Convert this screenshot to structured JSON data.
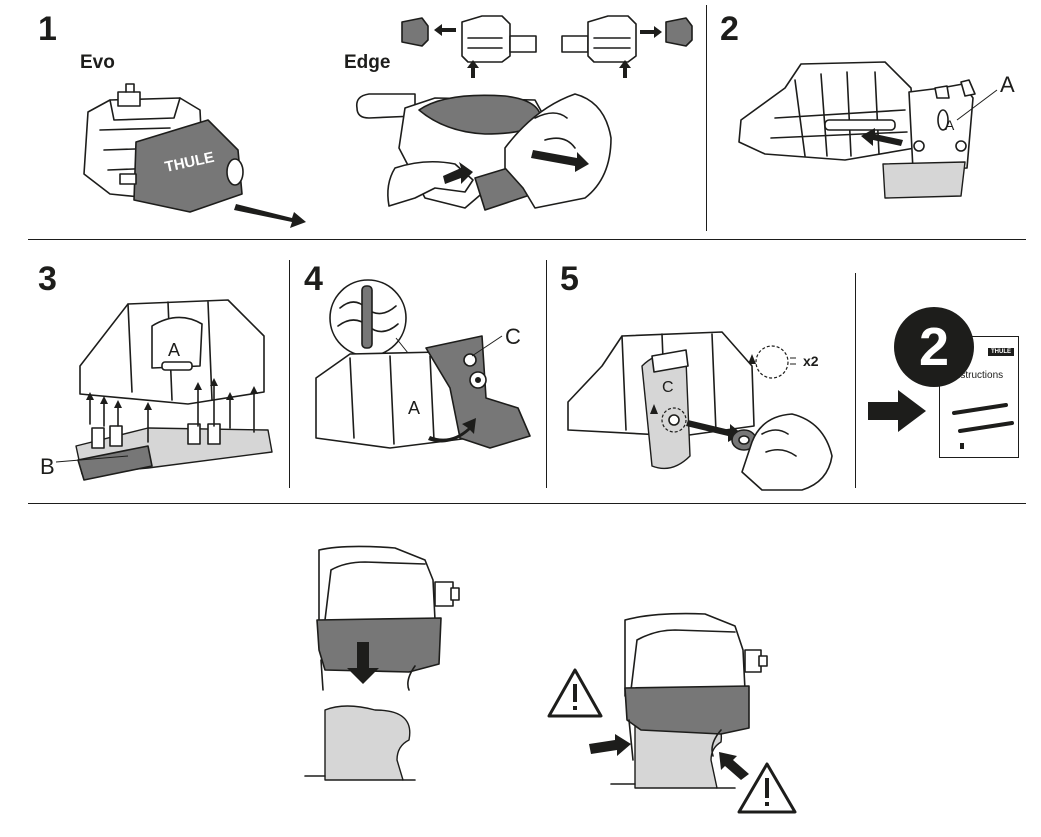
{
  "steps": {
    "s1": {
      "number": "1",
      "variant_evo": "Evo",
      "variant_edge": "Edge"
    },
    "s2": {
      "number": "2",
      "label_a": "A"
    },
    "s3": {
      "number": "3",
      "label_b": "B"
    },
    "s4": {
      "number": "4",
      "label_c": "C"
    },
    "s5": {
      "number": "5",
      "multiplier": "x2"
    }
  },
  "brand": "THULE",
  "next_manual": {
    "number": "2",
    "brand_tag": "THULE",
    "title": "Instructions"
  },
  "colors": {
    "ink": "#1d1d1b",
    "cap_gray": "#777777",
    "pad_gray": "#d6d6d6",
    "paper": "#ffffff"
  },
  "icons": [
    "arrow-icon",
    "warning-icon",
    "hand-icon",
    "rotate-icon"
  ]
}
